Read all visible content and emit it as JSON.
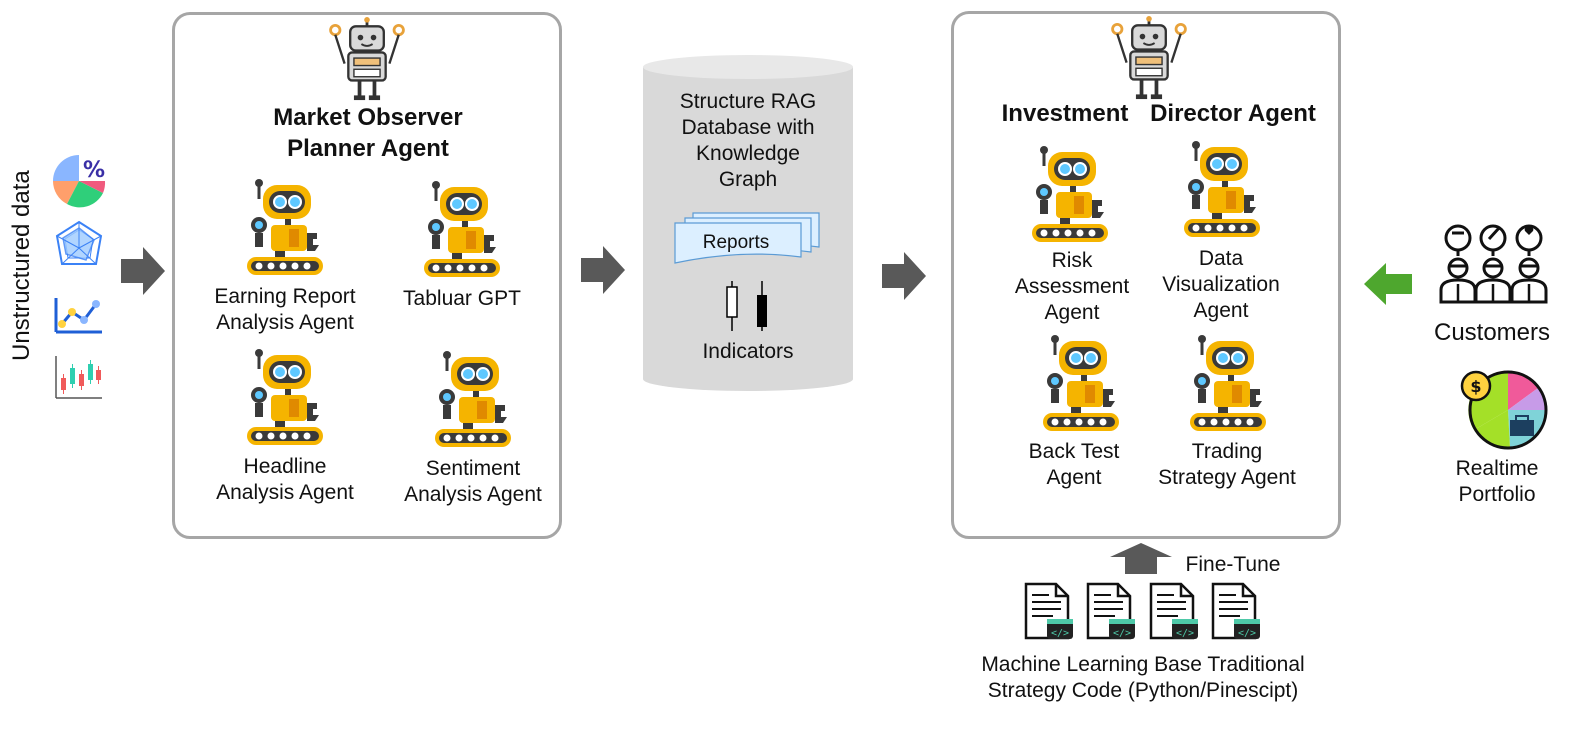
{
  "left": {
    "side_label": "Unstructured data"
  },
  "market_panel": {
    "title_line1": "Market Observer",
    "title_line2": "Planner Agent",
    "agents": [
      {
        "line1": "Earning Report",
        "line2": "Analysis Agent"
      },
      {
        "line1": "Tabluar GPT",
        "line2": ""
      },
      {
        "line1": "Headline",
        "line2": "Analysis Agent"
      },
      {
        "line1": "Sentiment",
        "line2": "Analysis Agent"
      }
    ]
  },
  "database": {
    "title_lines": [
      "Structure RAG",
      "Database with",
      "Knowledge",
      "Graph"
    ],
    "reports_label": "Reports",
    "indicators_label": "Indicators"
  },
  "director_panel": {
    "title_left": "Investment",
    "title_right": "Director Agent",
    "agents": [
      {
        "lines": [
          "Risk",
          "Assessment",
          "Agent"
        ]
      },
      {
        "lines": [
          "Data",
          "Visualization",
          "Agent"
        ]
      },
      {
        "lines": [
          "Back Test",
          "Agent"
        ]
      },
      {
        "lines": [
          "Trading",
          "Strategy Agent"
        ]
      }
    ]
  },
  "finetune": {
    "label": "Fine-Tune",
    "caption_line1": "Machine Learning Base Traditional",
    "caption_line2": "Strategy Code (Python/Pinescipt)"
  },
  "right": {
    "customers_label": "Customers",
    "portfolio_line1": "Realtime",
    "portfolio_line2": "Portfolio"
  },
  "colors": {
    "panel_border": "#a6a6a6",
    "arrow_gray": "#595959",
    "arrow_green": "#4ea72e",
    "db_fill": "#d9d9d9",
    "robot_yellow": "#f5b400",
    "robot_dark": "#3a3a3a",
    "report_fill": "#dcefff"
  },
  "icons": [
    "pie-chart-icon",
    "radar-chart-icon",
    "line-chart-icon",
    "candlestick-chart-icon",
    "robot-icon",
    "document-code-icon",
    "customer-icon",
    "portfolio-pie-icon"
  ]
}
